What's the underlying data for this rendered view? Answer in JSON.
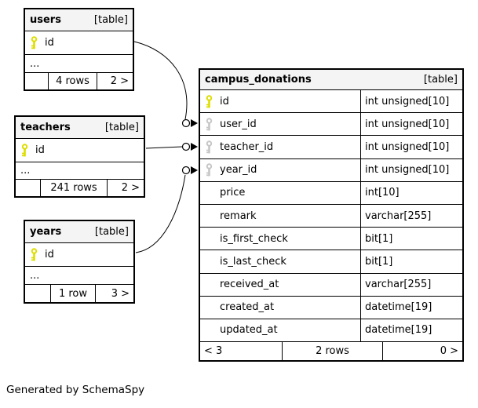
{
  "diagram": {
    "footer_note": "Generated by SchemaSpy",
    "colors": {
      "primary_key": "#dddd00",
      "foreign_key": "#c6c6c6",
      "header_bg": "#f4f4f4",
      "border": "#000000"
    },
    "tables": [
      {
        "name": "users",
        "tag": "[table]",
        "columns": [
          {
            "name": "id",
            "key": "primary",
            "type": ""
          }
        ],
        "more_indicator": "...",
        "footer": {
          "left": "",
          "rows": "4 rows",
          "paging": "2 >"
        }
      },
      {
        "name": "teachers",
        "tag": "[table]",
        "columns": [
          {
            "name": "id",
            "key": "primary",
            "type": ""
          }
        ],
        "more_indicator": "...",
        "footer": {
          "left": "",
          "rows": "241 rows",
          "paging": "2 >"
        }
      },
      {
        "name": "years",
        "tag": "[table]",
        "columns": [
          {
            "name": "id",
            "key": "primary",
            "type": ""
          }
        ],
        "more_indicator": "...",
        "footer": {
          "left": "",
          "rows": "1 row",
          "paging": "3 >"
        }
      },
      {
        "name": "campus_donations",
        "tag": "[table]",
        "columns": [
          {
            "name": "id",
            "key": "primary",
            "type": "int unsigned[10]"
          },
          {
            "name": "user_id",
            "key": "foreign",
            "type": "int unsigned[10]"
          },
          {
            "name": "teacher_id",
            "key": "foreign",
            "type": "int unsigned[10]"
          },
          {
            "name": "year_id",
            "key": "foreign",
            "type": "int unsigned[10]"
          },
          {
            "name": "price",
            "key": "none",
            "type": "int[10]"
          },
          {
            "name": "remark",
            "key": "none",
            "type": "varchar[255]"
          },
          {
            "name": "is_first_check",
            "key": "none",
            "type": "bit[1]"
          },
          {
            "name": "is_last_check",
            "key": "none",
            "type": "bit[1]"
          },
          {
            "name": "received_at",
            "key": "none",
            "type": "varchar[255]"
          },
          {
            "name": "created_at",
            "key": "none",
            "type": "datetime[19]"
          },
          {
            "name": "updated_at",
            "key": "none",
            "type": "datetime[19]"
          }
        ],
        "footer": {
          "left": "< 3",
          "rows": "2 rows",
          "paging": "0 >"
        }
      }
    ],
    "relationships": [
      {
        "from": "users.id",
        "to": "campus_donations.user_id"
      },
      {
        "from": "teachers.id",
        "to": "campus_donations.teacher_id"
      },
      {
        "from": "years.id",
        "to": "campus_donations.year_id"
      }
    ]
  }
}
